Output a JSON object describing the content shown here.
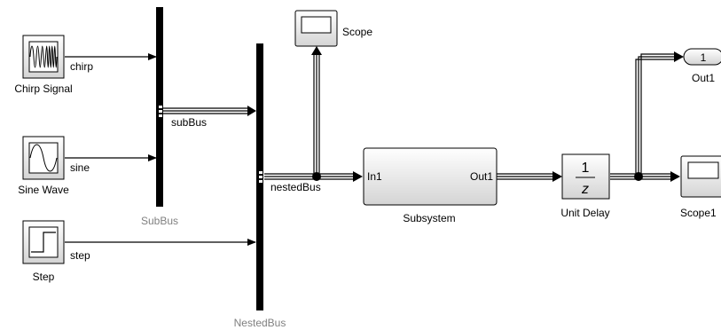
{
  "blocks": {
    "chirp": {
      "label": "Chirp Signal"
    },
    "sine": {
      "label": "Sine Wave"
    },
    "step": {
      "label": "Step"
    },
    "subbus": {
      "label": "SubBus"
    },
    "nestedbus": {
      "label": "NestedBus"
    },
    "scope": {
      "label": "Scope"
    },
    "subsystem": {
      "label": "Subsystem",
      "in_port": "In1",
      "out_port": "Out1"
    },
    "unitdelay": {
      "label": "Unit Delay",
      "numerator": "1",
      "denominator": "z"
    },
    "out1": {
      "label": "Out1",
      "port_number": "1"
    },
    "scope1": {
      "label": "Scope1"
    }
  },
  "signals": {
    "chirp": "chirp",
    "sine": "sine",
    "step": "step",
    "subbus": "subBus",
    "nestedbus": "nestedBus"
  },
  "colors": {
    "line": "#000000",
    "block_fill_gradient_top": "#ffffff",
    "block_fill_gradient_bottom": "#d0d0d0",
    "bus_block_label": "#808080"
  }
}
